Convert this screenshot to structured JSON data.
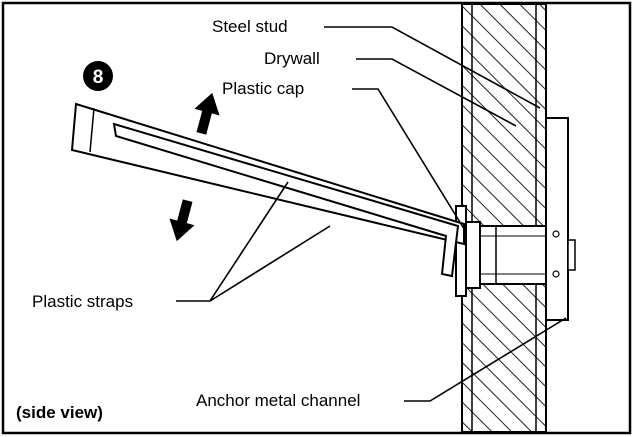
{
  "step": {
    "number": "8"
  },
  "labels": {
    "steel_stud": "Steel stud",
    "drywall": "Drywall",
    "plastic_cap": "Plastic cap",
    "plastic_straps": "Plastic straps",
    "anchor_metal_channel": "Anchor metal channel",
    "view": "(side view)"
  }
}
